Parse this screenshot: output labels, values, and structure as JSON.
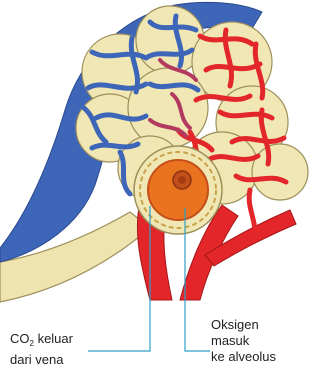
{
  "labels": {
    "co2": {
      "line1_prefix": "CO",
      "line1_sub": "2",
      "line1_suffix": " keluar",
      "line2": "dari vena"
    },
    "oxygen": {
      "line1": "Oksigen",
      "line2": "masuk",
      "line3": "ke alveolus"
    }
  },
  "colors": {
    "vein": "#3d65b8",
    "artery": "#e32629",
    "alveolus_wall": "#f1e7b5",
    "alveolus_outline": "#9c8f5a",
    "capillary_core": "#e9731f",
    "capillary_dark": "#c34f1a",
    "leader_line": "#2ea0c8"
  }
}
